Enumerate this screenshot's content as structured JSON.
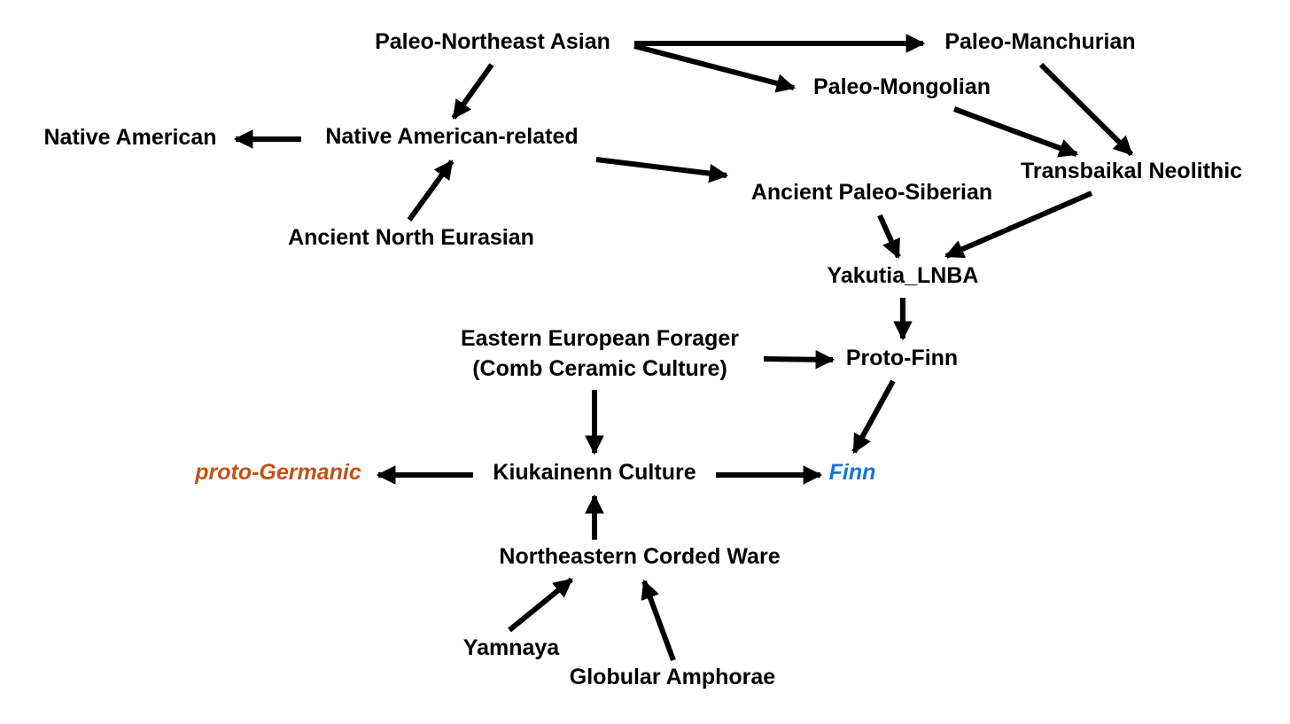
{
  "colors": {
    "text": "#000000",
    "arrow": "#000000",
    "proto_germanic": "#c0521a",
    "finn": "#1a73d9"
  },
  "nodes": {
    "paleo_northeast_asian": "Paleo-Northeast Asian",
    "paleo_manchurian": "Paleo-Manchurian",
    "paleo_mongolian": "Paleo-Mongolian",
    "native_american": "Native American",
    "native_american_related": "Native American-related",
    "transbaikal_neolithic": "Transbaikal Neolithic",
    "ancient_paleo_siberian": "Ancient Paleo-Siberian",
    "ancient_north_eurasian": "Ancient North Eurasian",
    "yakutia_lnba": "Yakutia_LNBA",
    "eastern_european_forager_1": "Eastern European Forager",
    "eastern_european_forager_2": "(Comb Ceramic Culture)",
    "proto_finn": "Proto-Finn",
    "proto_germanic": "proto-Germanic",
    "kiukainenn_culture": "Kiukainenn Culture",
    "finn": "Finn",
    "northeastern_corded_ware": "Northeastern Corded Ware",
    "yamnaya": "Yamnaya",
    "globular_amphorae": "Globular Amphorae"
  }
}
